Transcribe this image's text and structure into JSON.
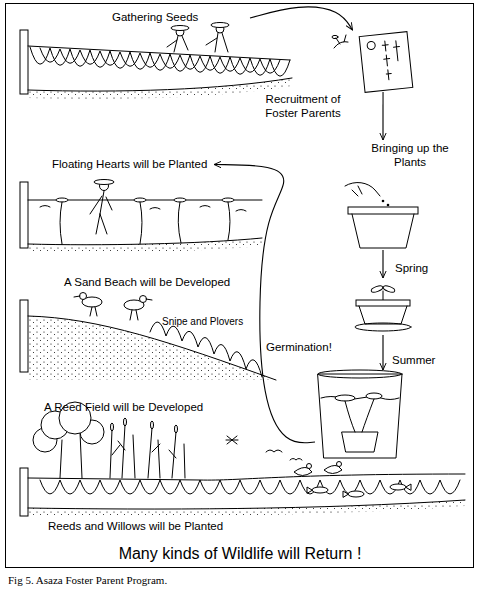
{
  "diagram": {
    "caption": "Fig 5. Asaza Foster Parent Program.",
    "nodes": [
      {
        "text": [
          "Gathering Seeds"
        ]
      },
      {
        "text": [
          "Recruitment of Foster Parents"
        ]
      },
      {
        "text": [
          "Bringing up the Plants"
        ]
      },
      {
        "text": [
          "Spring"
        ]
      },
      {
        "text": [
          "Summer"
        ]
      },
      {
        "text": [
          "Floating Hearts will be Planted"
        ]
      },
      {
        "text": [
          "A Sand Beach will be Developed",
          "Snipe and Plovers"
        ]
      },
      {
        "text": [
          "A Reed Field will be Developed",
          "Reeds and Willows will be Planted"
        ]
      }
    ],
    "edges": [
      {
        "from": 0,
        "to": 1,
        "arrow": "to"
      },
      {
        "from": 1,
        "to": 2,
        "arrow": "to"
      },
      {
        "from": 2,
        "to": 3,
        "arrow": "to"
      },
      {
        "from": 3,
        "to": 4,
        "arrow": "to"
      },
      {
        "from": 4,
        "to": 5,
        "arrow": "to"
      }
    ],
    "labels": [
      "Germination!",
      "Many kinds of Wildlife will Return !"
    ]
  }
}
